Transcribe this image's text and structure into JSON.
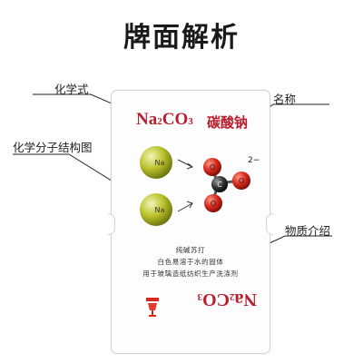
{
  "page": {
    "title": "牌面解析"
  },
  "labels": {
    "formula_label": "化学式",
    "name_label": "名称",
    "structure_label": "化学分子结构图",
    "intro_label": "物质介绍"
  },
  "card": {
    "formula_main": "Na",
    "formula_sub": "2",
    "formula_end": "CO",
    "formula_end_sub": "3",
    "name": "碳酸钠",
    "charge": "2−",
    "atoms": {
      "sodium": "Na",
      "oxygen": "O",
      "carbon": "C"
    },
    "description": [
      "纯碱苏打",
      "白色易溶于水的固体",
      "用于玻璃造纸纺织生产洗涤剂"
    ],
    "colors": {
      "formula": "#b81e2b",
      "sodium": "#b9c12a",
      "oxygen": "#d9281d",
      "carbon": "#2f2f2f"
    },
    "icon": "beaker-icon"
  }
}
